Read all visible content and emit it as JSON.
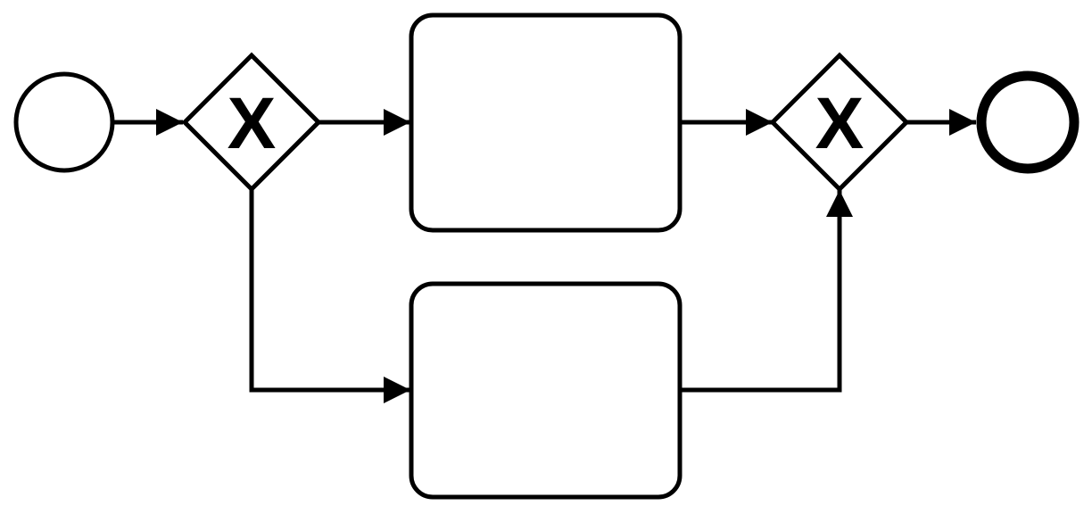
{
  "diagram": {
    "type": "bpmn-process",
    "colors": {
      "stroke": "#000000",
      "fill": "#ffffff"
    },
    "nodes": [
      {
        "id": "start-event",
        "kind": "start-event"
      },
      {
        "id": "split-gateway",
        "kind": "exclusive-gateway",
        "marker": "X"
      },
      {
        "id": "task-upper",
        "kind": "task",
        "label": ""
      },
      {
        "id": "task-lower",
        "kind": "task",
        "label": ""
      },
      {
        "id": "merge-gateway",
        "kind": "exclusive-gateway",
        "marker": "X"
      },
      {
        "id": "end-event",
        "kind": "end-event"
      }
    ],
    "edges": [
      {
        "from": "start-event",
        "to": "split-gateway"
      },
      {
        "from": "split-gateway",
        "to": "task-upper"
      },
      {
        "from": "split-gateway",
        "to": "task-lower"
      },
      {
        "from": "task-upper",
        "to": "merge-gateway"
      },
      {
        "from": "task-lower",
        "to": "merge-gateway"
      },
      {
        "from": "merge-gateway",
        "to": "end-event"
      }
    ]
  }
}
